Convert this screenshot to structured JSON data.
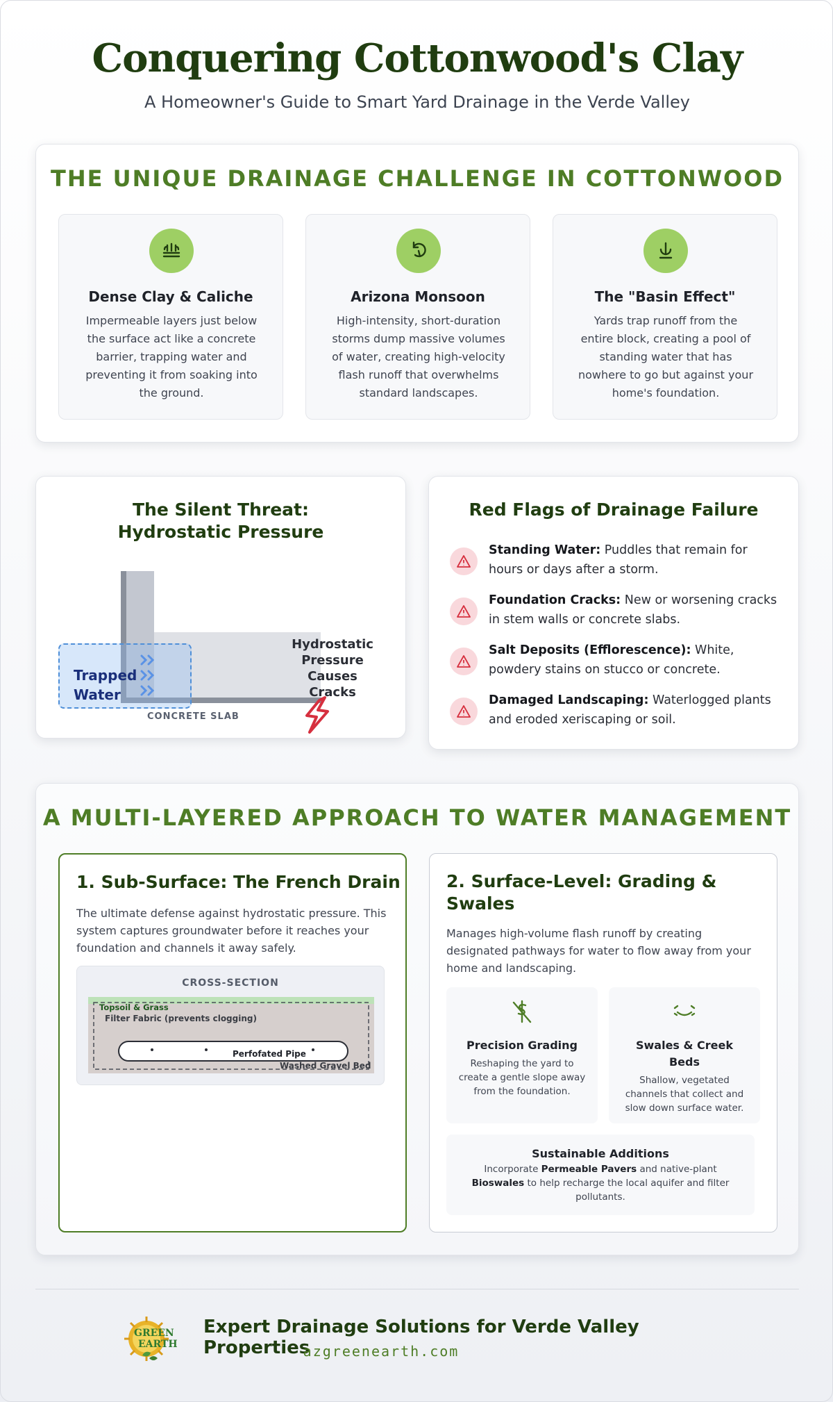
{
  "header": {
    "title": "Conquering Cottonwood's Clay",
    "subtitle": "A Homeowner's Guide to Smart Yard Drainage in the Verde Valley"
  },
  "challenge": {
    "heading": "THE UNIQUE DRAINAGE CHALLENGE IN COTTONWOOD",
    "cards": [
      {
        "icon": "clay-layers-icon",
        "title": "Dense Clay & Caliche",
        "text": "Impermeable layers just below the surface act like a concrete barrier, trapping water and preventing it from soaking into the ground."
      },
      {
        "icon": "storm-icon",
        "title": "Arizona Monsoon",
        "text": "High-intensity, short-duration storms dump massive volumes of water, creating high-velocity flash runoff that overwhelms standard landscapes."
      },
      {
        "icon": "basin-icon",
        "title": "The \"Basin Effect\"",
        "text": "Yards trap runoff from the entire block, creating a pool of standing water that has nowhere to go but against your home's foundation."
      }
    ]
  },
  "threat": {
    "heading": "The Silent Threat: Hydrostatic Pressure",
    "trapped_label": "Trapped Water",
    "pressure_label": "Hydrostatic Pressure Causes Cracks",
    "slab_label": "CONCRETE SLAB"
  },
  "red_flags": {
    "heading": "Red Flags of Drainage Failure",
    "items": [
      {
        "label": "Standing Water:",
        "text": " Puddles that remain for hours or days after a storm."
      },
      {
        "label": "Foundation Cracks:",
        "text": " New or worsening cracks in stem walls or concrete slabs."
      },
      {
        "label": "Salt Deposits (Efflorescence):",
        "text": " White, powdery stains on stucco or concrete."
      },
      {
        "label": "Damaged Landscaping:",
        "text": " Waterlogged plants and eroded xeriscaping or soil."
      }
    ]
  },
  "approach": {
    "heading": "A MULTI-LAYERED APPROACH TO WATER MANAGEMENT",
    "french_drain": {
      "title": "1. Sub-Surface: The French Drain",
      "text": "The ultimate defense against hydrostatic pressure. This system captures groundwater before it reaches your foundation and channels it away safely.",
      "cross_section": {
        "label": "CROSS-SECTION",
        "topsoil": "Topsoil & Grass",
        "fabric": "Filter Fabric (prevents clogging)",
        "pipe": "Perfofated Pipe",
        "gravel": "Washed Gravel Bed"
      }
    },
    "surface": {
      "title": "2. Surface-Level: Grading & Swales",
      "text": "Manages high-volume flash runoff by creating designated pathways for water to flow away from your home and landscaping.",
      "grading": {
        "icon": "grading-icon",
        "title": "Precision Grading",
        "text": "Reshaping the yard to create a gentle slope away from the foundation."
      },
      "swales": {
        "icon": "swale-icon",
        "title": "Swales & Creek Beds",
        "text": "Shallow, vegetated channels that collect and slow down surface water."
      },
      "sustainable": {
        "title": "Sustainable Additions",
        "pre": "Incorporate ",
        "pavers": "Permeable Pavers",
        "mid": " and native-plant ",
        "bioswales": "Bioswales",
        "post": " to help recharge the local aquifer and filter pollutants."
      }
    }
  },
  "footer": {
    "title": "Expert Drainage Solutions for Verde Valley Properties",
    "url": "azgreenearth.com",
    "logo_text_1": "GREEN",
    "logo_text_2": "EARTH"
  },
  "colors": {
    "heading_green": "#4e7d26",
    "dark_green": "#203d10",
    "icon_green": "#9ecf64",
    "alert_red": "#d6303f",
    "water_blue": "#4f8fd8"
  }
}
